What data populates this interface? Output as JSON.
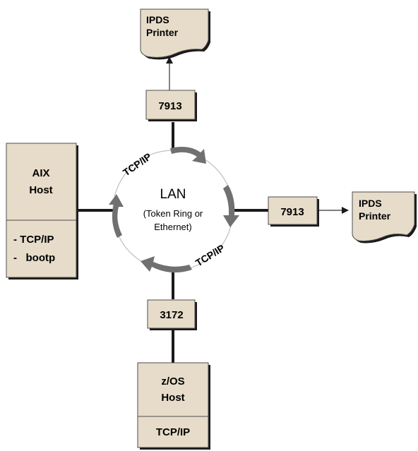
{
  "colors": {
    "box_fill": "#e6dcc9",
    "box_border": "#4d4d4d",
    "box_shadow": "#1a1a1a",
    "link_line": "#1a1a1a",
    "ring": "#b3b3b3",
    "ring_arrow": "#707070",
    "thin_arrow": "#333333",
    "text": "#000000"
  },
  "lan": {
    "title": "LAN",
    "subtitle_line1": "(Token Ring or",
    "subtitle_line2": "Ethernet)",
    "label_top_left": "TCP/IP",
    "label_bottom_right": "TCP/IP"
  },
  "aix_host": {
    "line1": "AIX",
    "line2": "Host",
    "stack_line1": "- TCP/IP",
    "stack_line2": "-   bootp"
  },
  "zos_host": {
    "line1": "z/OS",
    "line2": "Host",
    "stack": "TCP/IP"
  },
  "controllers": {
    "top": "7913",
    "right": "7913",
    "bottom": "3172"
  },
  "printers": {
    "top": {
      "line1": "IPDS",
      "line2": "Printer"
    },
    "right": {
      "line1": "IPDS",
      "line2": "Printer"
    }
  }
}
